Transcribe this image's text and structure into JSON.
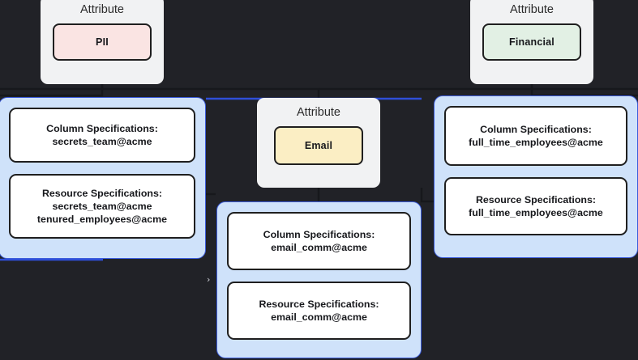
{
  "diagram": {
    "background_color": "#212227",
    "accent_color": "#3b5bdb",
    "group_fill_color": "#cfe2fa",
    "node_fill_color": "#ffffff",
    "attribute_card_color": "#f1f2f3"
  },
  "attributes": [
    {
      "id": "pii",
      "title": "Attribute",
      "badge_label": "PII",
      "badge_color": "#fae4e3"
    },
    {
      "id": "email",
      "title": "Attribute",
      "badge_label": "Email",
      "badge_color": "#fbeec4"
    },
    {
      "id": "financial",
      "title": "Attribute",
      "badge_label": "Financial",
      "badge_color": "#e2f0e4"
    }
  ],
  "spec_groups": [
    {
      "id": "secrets",
      "nodes": [
        {
          "heading": "Column Specifications:",
          "lines": [
            "secrets_team@acme"
          ]
        },
        {
          "heading": "Resource Specifications:",
          "lines": [
            "secrets_team@acme",
            "tenured_employees@acme"
          ]
        }
      ]
    },
    {
      "id": "email",
      "nodes": [
        {
          "heading": "Column Specifications:",
          "lines": [
            "email_comm@acme"
          ]
        },
        {
          "heading": "Resource Specifications:",
          "lines": [
            "email_comm@acme"
          ]
        }
      ]
    },
    {
      "id": "financial",
      "nodes": [
        {
          "heading": "Column Specifications:",
          "lines": [
            "full_time_employees@acme"
          ]
        },
        {
          "heading": "Resource Specifications:",
          "lines": [
            "full_time_employees@acme"
          ]
        }
      ]
    }
  ],
  "markers": {
    "collapse_chevron": "›"
  }
}
